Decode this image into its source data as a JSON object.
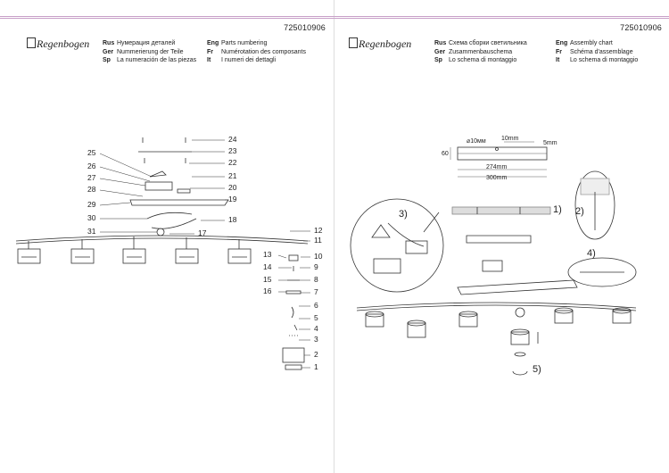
{
  "left": {
    "code": "725010906",
    "brand": "Regenbogen",
    "labels": {
      "rus": {
        "lang": "Rus",
        "text": "Нумерация деталей"
      },
      "ger": {
        "lang": "Ger",
        "text": "Nummerierung der Teile"
      },
      "sp": {
        "lang": "Sp",
        "text": "La numeración de las piezas"
      },
      "eng": {
        "lang": "Eng",
        "text": "Parts numbering"
      },
      "fr": {
        "lang": "Fr",
        "text": "Numérotation des composants"
      },
      "it": {
        "lang": "It",
        "text": "I numeri dei dettagli"
      }
    },
    "parts": [
      "1",
      "2",
      "3",
      "4",
      "5",
      "6",
      "7",
      "8",
      "9",
      "10",
      "11",
      "12",
      "13",
      "14",
      "15",
      "16",
      "17",
      "18",
      "19",
      "20",
      "21",
      "22",
      "23",
      "24",
      "25",
      "26",
      "27",
      "28",
      "29",
      "30",
      "31"
    ]
  },
  "right": {
    "code": "725010906",
    "brand": "Regenbogen",
    "labels": {
      "rus": {
        "lang": "Rus",
        "text": "Схема сборки светильника"
      },
      "ger": {
        "lang": "Ger",
        "text": "Zusammenbauschema"
      },
      "sp": {
        "lang": "Sp",
        "text": "Lo schema di montaggio"
      },
      "eng": {
        "lang": "Eng",
        "text": "Assembly chart"
      },
      "fr": {
        "lang": "Fr",
        "text": "Schéma d'assemblage"
      },
      "it": {
        "lang": "It",
        "text": "Lo schema di montaggio"
      }
    },
    "dims": {
      "hole": "⌀10мм",
      "d10": "10mm",
      "d5": "5mm",
      "h60": "60",
      "w274": "274mm",
      "w300": "300mm"
    },
    "steps": {
      "s1": "1)",
      "s2": "2)",
      "s3": "3)",
      "s4": "4)",
      "s5": "5)"
    }
  }
}
